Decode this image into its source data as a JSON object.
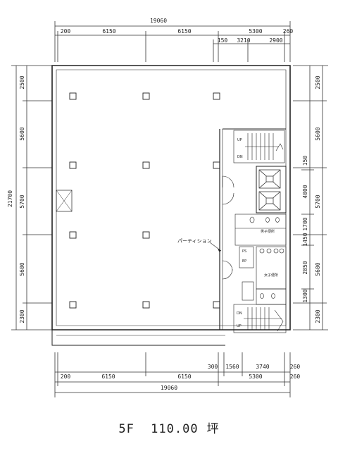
{
  "dims": {
    "top_total": "19060",
    "top_segments": [
      "200",
      "6150",
      "6150",
      "5300",
      "260"
    ],
    "top_sub": [
      "150",
      "3210",
      "2900"
    ],
    "bottom_segments": [
      "200",
      "6150",
      "6150",
      "300",
      "1560",
      "3740",
      "260"
    ],
    "bottom_sub": [
      "5300",
      "260"
    ],
    "bottom_total": "19060",
    "left_total": "21700",
    "left_segments": [
      "2500",
      "5600",
      "5700",
      "5600",
      "2300"
    ],
    "right_outer": [
      "2500",
      "5600",
      "5700",
      "5600",
      "2300"
    ],
    "right_inner": [
      "150",
      "4000",
      "1700",
      "1450",
      "2850",
      "1300"
    ]
  },
  "labels": {
    "partition": "パーティション",
    "stair_up": "UP",
    "stair_dn": "DN",
    "mens_wc": "男子便所",
    "womens_wc": "女子便所",
    "ps": "PS",
    "ep": "EP"
  },
  "caption": {
    "floor": "5F",
    "area": "110.00",
    "unit": "坪"
  }
}
